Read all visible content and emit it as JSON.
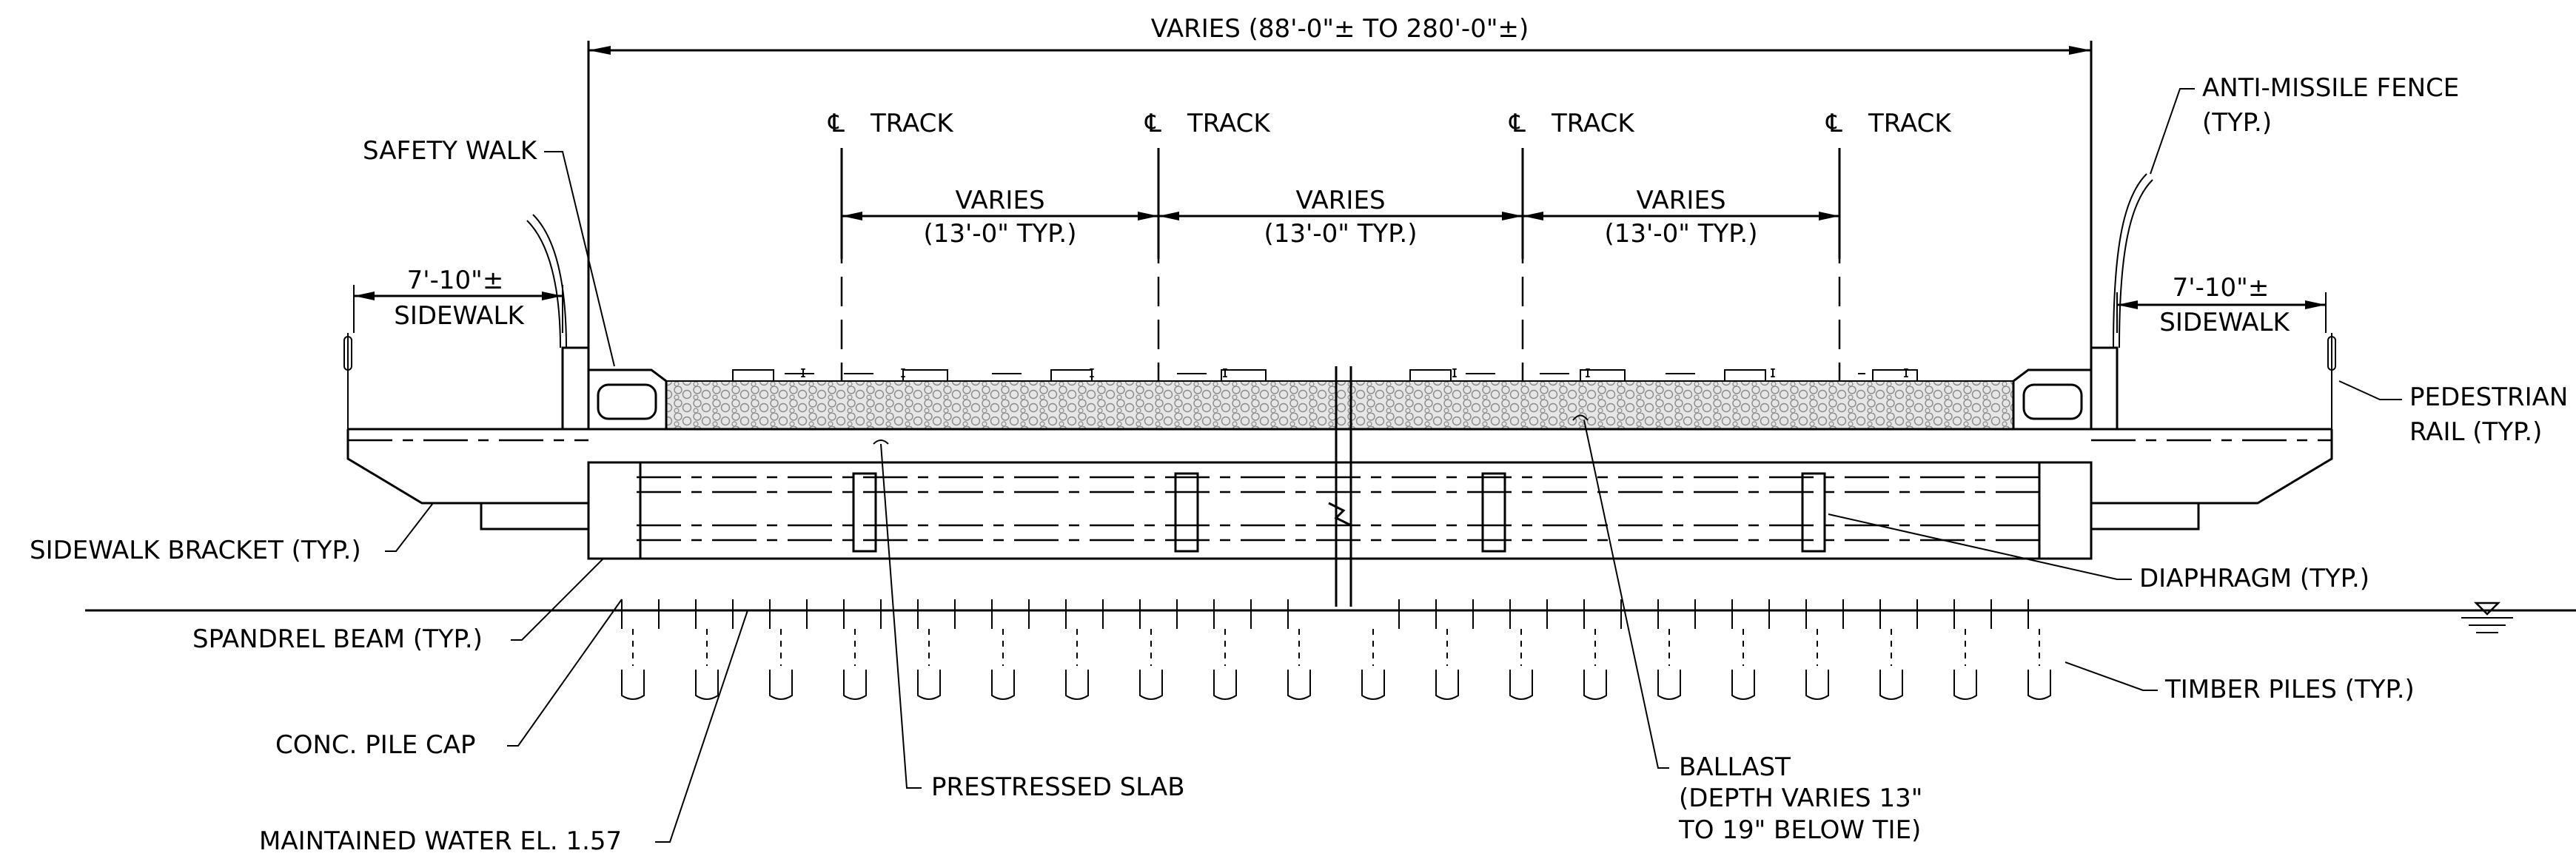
{
  "overall_dimension": "VARIES (88'-0\"± TO 280'-0\"±)",
  "track_label": "TRACK",
  "track_spacing": [
    {
      "line1": "VARIES",
      "line2": "(13'-0\" TYP.)"
    },
    {
      "line1": "VARIES",
      "line2": "(13'-0\" TYP.)"
    },
    {
      "line1": "VARIES",
      "line2": "(13'-0\" TYP.)"
    }
  ],
  "sidewalk_left": {
    "dim": "7'-10\"±",
    "name": "SIDEWALK"
  },
  "sidewalk_right": {
    "dim": "7'-10\"±",
    "name": "SIDEWALK"
  },
  "labels": {
    "safety_walk": "SAFETY WALK",
    "anti_missile_1": "ANTI-MISSILE FENCE",
    "anti_missile_2": "(TYP.)",
    "pedestrian_1": "PEDESTRIAN",
    "pedestrian_2": "RAIL (TYP.)",
    "sidewalk_bracket": "SIDEWALK BRACKET (TYP.)",
    "spandrel_beam": "SPANDREL BEAM (TYP.)",
    "pile_cap": "CONC. PILE CAP",
    "water_el": "MAINTAINED WATER EL. 1.57",
    "prestressed_slab": "PRESTRESSED SLAB",
    "ballast_1": "BALLAST",
    "ballast_2": "(DEPTH VARIES 13\"",
    "ballast_3": "TO 19\" BELOW TIE)",
    "diaphragm": "DIAPHRAGM (TYP.)",
    "timber_piles": "TIMBER PILES (TYP.)"
  },
  "colors": {
    "ink": "#000000",
    "ballast": "#d8d8d8",
    "background": "#ffffff"
  }
}
